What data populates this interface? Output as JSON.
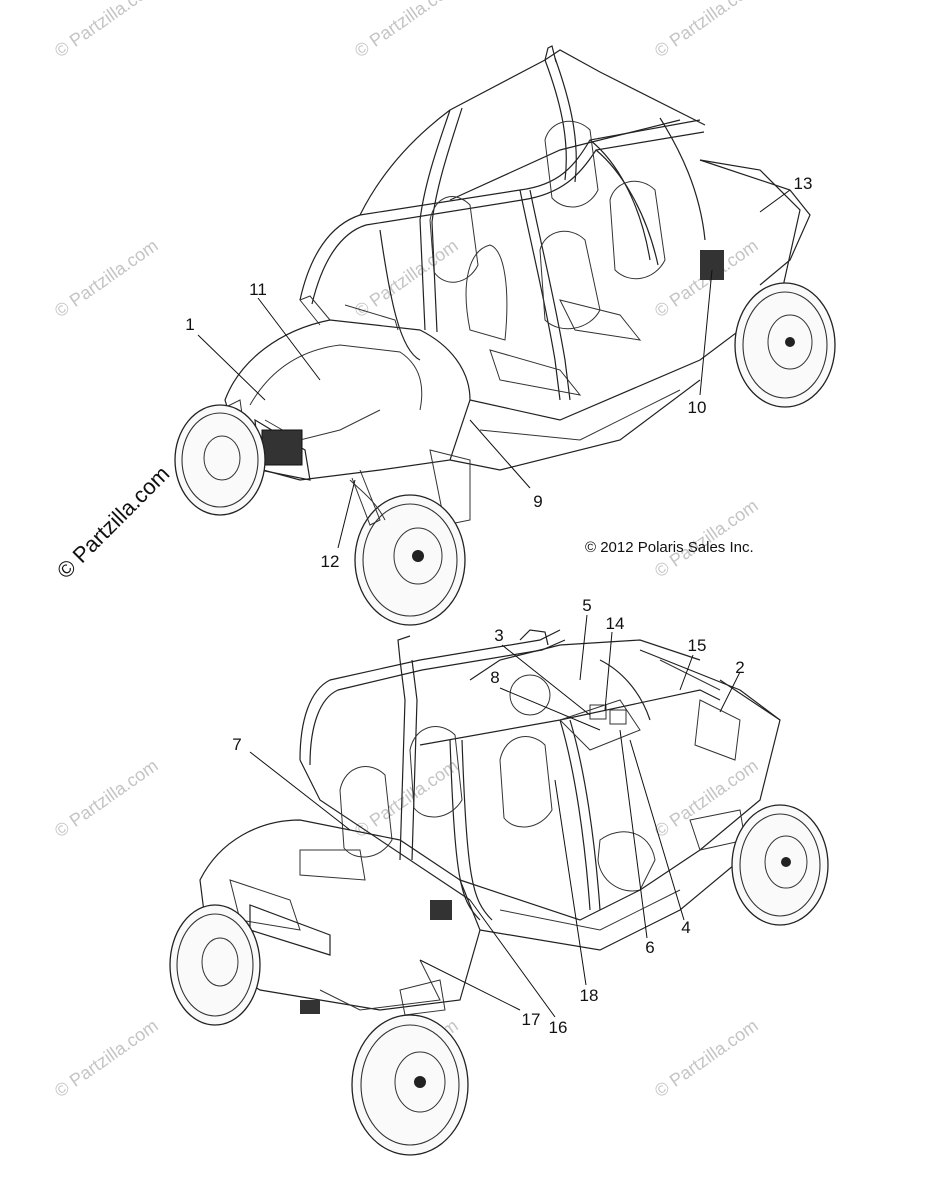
{
  "copyright": "© 2012 Polaris Sales Inc.",
  "watermark": "© Partzilla.com",
  "callouts": {
    "c1": "1",
    "c2": "2",
    "c3": "3",
    "c4": "4",
    "c5": "5",
    "c6": "6",
    "c7": "7",
    "c8": "8",
    "c9": "9",
    "c10": "10",
    "c11": "11",
    "c12": "12",
    "c13": "13",
    "c14": "14",
    "c15": "15",
    "c16": "16",
    "c17": "17",
    "c18": "18"
  }
}
